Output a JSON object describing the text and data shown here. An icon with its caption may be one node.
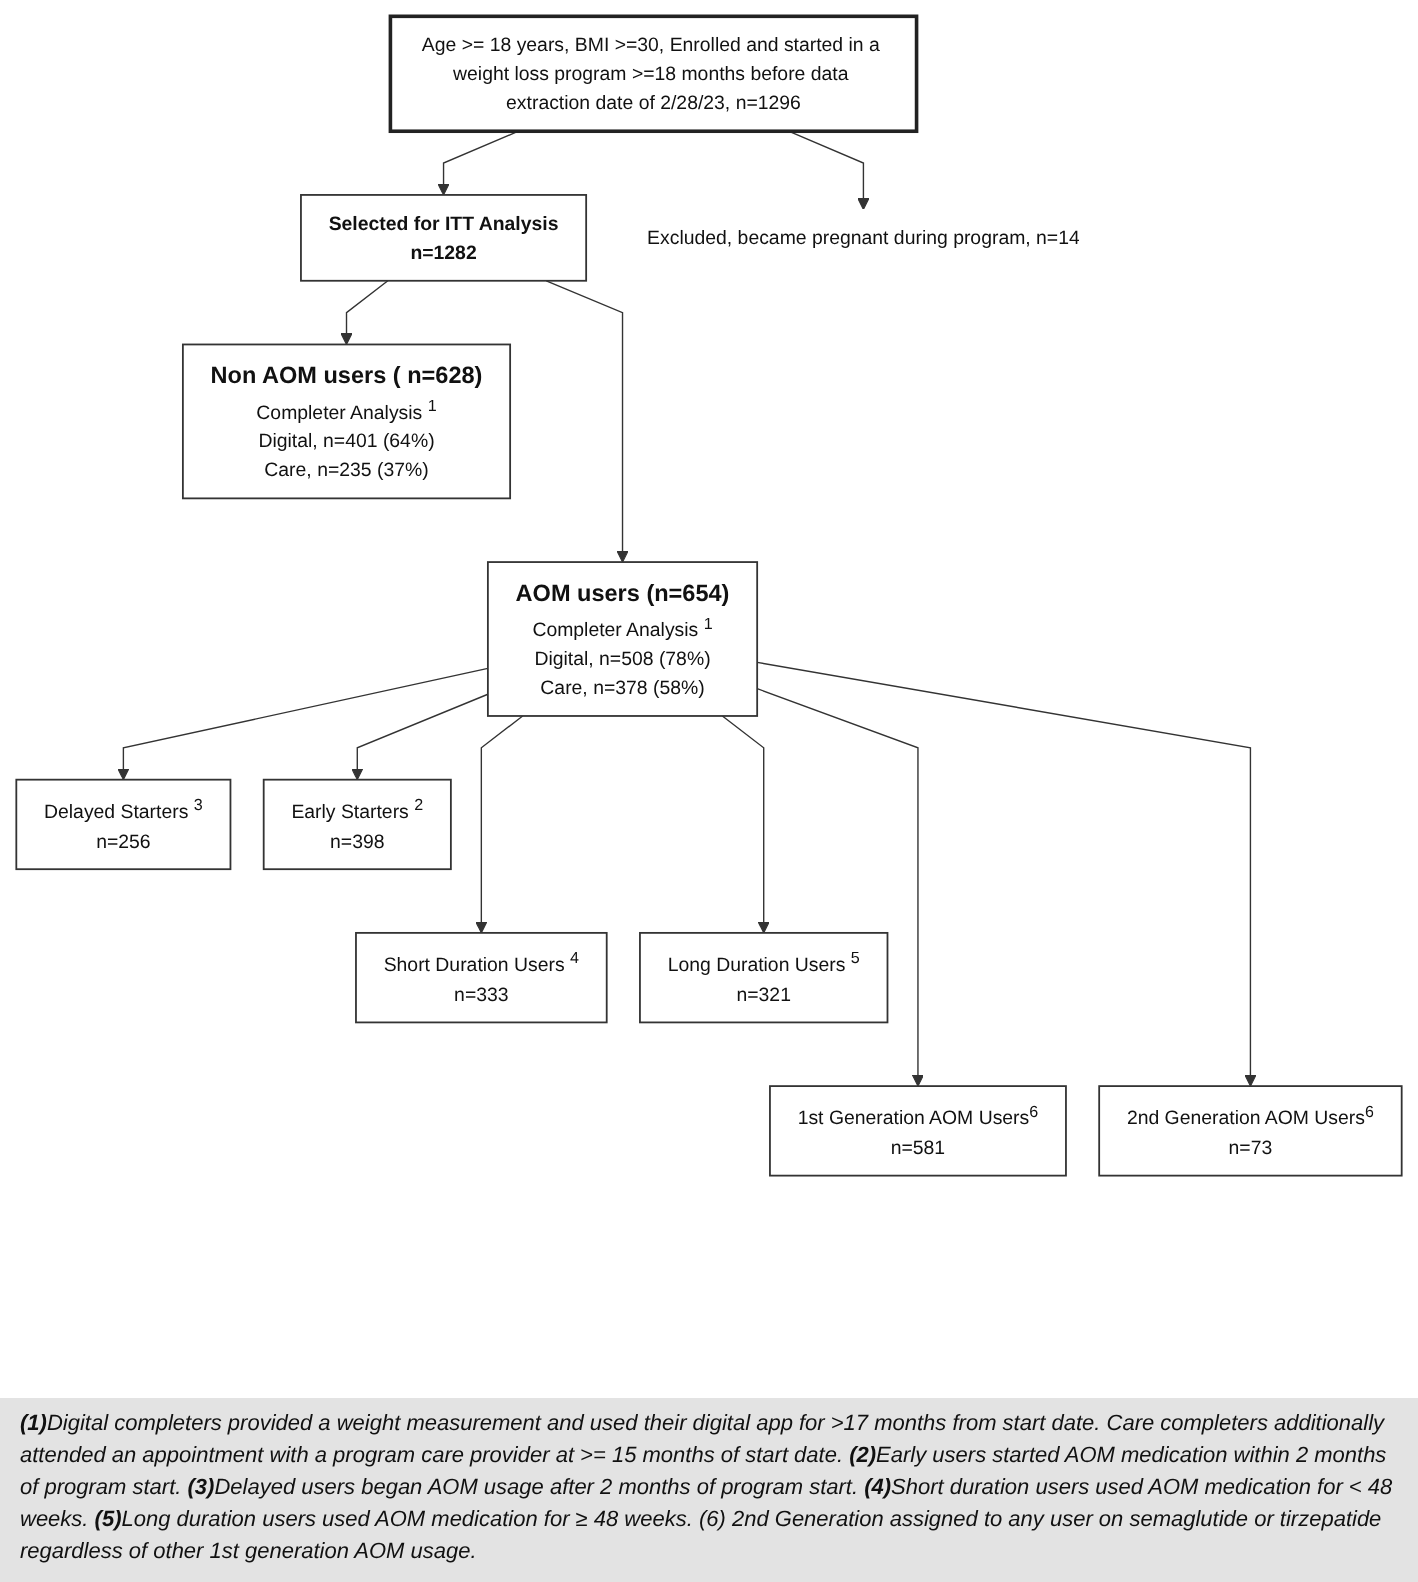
{
  "diagram": {
    "nodes": [
      {
        "text": [
          "Age >= 18 years, BMI >=30, Enrolled and started in a weight loss program >=18 months before data extraction date of 2/28/23, n=1296"
        ]
      },
      {
        "text": [
          "Excluded, became pregnant during program, n=14"
        ]
      },
      {
        "text": [
          "Selected for ITT Analysis",
          "n=1282"
        ]
      },
      {
        "text": [
          "Non AOM users ( n=628)",
          "Completer Analysis $^{1}$",
          "Digital, n=401 (64%)",
          "Care, n=235 (37%)"
        ]
      },
      {
        "text": [
          "AOM users (n=654)",
          "Completer Analysis $^{1}$",
          "Digital, n=508 (78%)",
          "Care, n=378 (58%)"
        ]
      },
      {
        "text": [
          "Delayed Starters $^{3}$",
          "n=256"
        ]
      },
      {
        "text": [
          "Early Starters $^{2}$",
          "n=398"
        ]
      },
      {
        "text": [
          "Short Duration Users $^{4}$",
          "n=333"
        ]
      },
      {
        "text": [
          "Long Duration Users $^{5}$",
          "n=321"
        ]
      },
      {
        "text": [
          "1st Generation AOM Users$^{6}$",
          "n=581"
        ]
      },
      {
        "text": [
          "2nd Generation AOM Users$^{6}$",
          "n=73"
        ]
      }
    ],
    "edges": [
      {
        "from": 0,
        "to": 1,
        "arrow": "to"
      },
      {
        "from": 0,
        "to": 2,
        "arrow": "to"
      },
      {
        "from": 2,
        "to": 3,
        "arrow": "to"
      },
      {
        "from": 2,
        "to": 4,
        "arrow": "to"
      },
      {
        "from": 4,
        "to": 5,
        "arrow": "to"
      },
      {
        "from": 4,
        "to": 6,
        "arrow": "to"
      },
      {
        "from": 4,
        "to": 7,
        "arrow": "to"
      },
      {
        "from": 4,
        "to": 8,
        "arrow": "to"
      },
      {
        "from": 4,
        "to": 9,
        "arrow": "to"
      },
      {
        "from": 4,
        "to": 10,
        "arrow": "to"
      }
    ],
    "labels": [
      "**(1)**Digital completers provided a weight measurement and used their digital app for >17 months from start date. Care completers additionally attended an appointment with a program care provider at >= 15 months of start date. **(2)**Early users started AOM medication within 2 months of program start. **(3)**Delayed users began AOM usage after 2 months of program start. **(4)**Short duration users used AOM medication for < 48 weeks. **(5)**Long duration users used AOM medication for ≥ 48 weeks. (6) 2nd Generation assigned to any user on semaglutide or tirzepatide regardless of other 1st generation AOM usage."
    ]
  }
}
